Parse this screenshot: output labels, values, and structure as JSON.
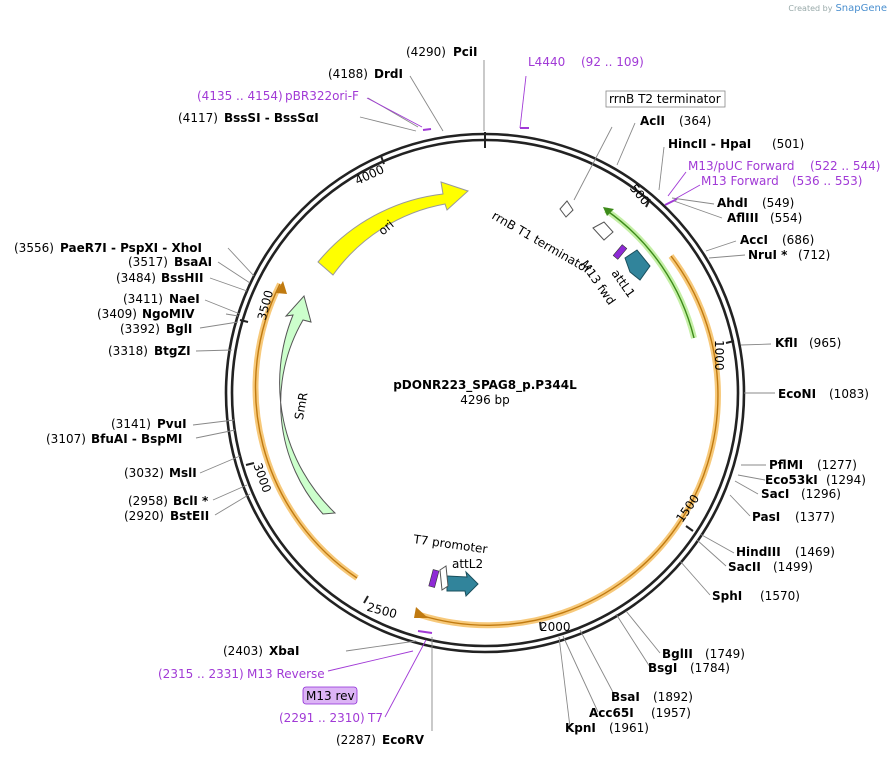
{
  "credit": {
    "prefix": "Created by",
    "brand": "SnapGene"
  },
  "plasmid": {
    "name": "pDONR223_SPAG8_p.P344L",
    "length": 4296,
    "length_label": "4296 bp"
  },
  "ticks": [
    "500",
    "1000",
    "1500",
    "2000",
    "2500",
    "3000",
    "3500",
    "4000"
  ],
  "enzymes": [
    {
      "id": "pcii",
      "name": "PciI",
      "pos": 4290
    },
    {
      "id": "drdi",
      "name": "DrdI",
      "pos": 4188
    },
    {
      "id": "bsssi",
      "name": "BssSI  - BssSαI",
      "pos": 4117
    },
    {
      "id": "paer7i",
      "name": "PaeR7I  - PspXI  - XhoI",
      "pos": 3556
    },
    {
      "id": "bsaai",
      "name": "BsaAI",
      "pos": 3517
    },
    {
      "id": "bsshii",
      "name": "BssHII",
      "pos": 3484
    },
    {
      "id": "naei",
      "name": "NaeI",
      "pos": 3411
    },
    {
      "id": "ngomiv",
      "name": "NgoMIV",
      "pos": 3409
    },
    {
      "id": "bgli",
      "name": "BglI",
      "pos": 3392
    },
    {
      "id": "btgzi",
      "name": "BtgZI",
      "pos": 3318
    },
    {
      "id": "pvui",
      "name": "PvuI",
      "pos": 3141
    },
    {
      "id": "bfuai",
      "name": "BfuAI  - BspMI",
      "pos": 3107
    },
    {
      "id": "msli",
      "name": "MslI",
      "pos": 3032
    },
    {
      "id": "bcli",
      "name": "BclI *",
      "pos": 2958
    },
    {
      "id": "bsteii",
      "name": "BstEII",
      "pos": 2920
    },
    {
      "id": "xbai",
      "name": "XbaI",
      "pos": 2403
    },
    {
      "id": "ecorv",
      "name": "EcoRV",
      "pos": 2287
    },
    {
      "id": "acli",
      "name": "AclI",
      "pos": 364
    },
    {
      "id": "hincii",
      "name": "HincII  - HpaI",
      "pos": 501
    },
    {
      "id": "ahdi",
      "name": "AhdI",
      "pos": 549
    },
    {
      "id": "aflIII",
      "name": "AflIII",
      "pos": 554
    },
    {
      "id": "acci",
      "name": "AccI",
      "pos": 686
    },
    {
      "id": "nrui",
      "name": "NruI *",
      "pos": 712
    },
    {
      "id": "kfli",
      "name": "KflI",
      "pos": 965
    },
    {
      "id": "econi",
      "name": "EcoNI",
      "pos": 1083
    },
    {
      "id": "pflmi",
      "name": "PflMI",
      "pos": 1277
    },
    {
      "id": "eco53ki",
      "name": "Eco53kI",
      "pos": 1294
    },
    {
      "id": "saci",
      "name": "SacI",
      "pos": 1296
    },
    {
      "id": "pasi",
      "name": "PasI",
      "pos": 1377
    },
    {
      "id": "hindiii",
      "name": "HindIII",
      "pos": 1469
    },
    {
      "id": "sacii",
      "name": "SacII",
      "pos": 1499
    },
    {
      "id": "sphi",
      "name": "SphI",
      "pos": 1570
    },
    {
      "id": "bglii",
      "name": "BglII",
      "pos": 1749
    },
    {
      "id": "bsgi",
      "name": "BsgI",
      "pos": 1784
    },
    {
      "id": "bsai",
      "name": "BsaI",
      "pos": 1892
    },
    {
      "id": "acc65i",
      "name": "Acc65I",
      "pos": 1957
    },
    {
      "id": "kpni",
      "name": "KpnI",
      "pos": 1961
    }
  ],
  "primers": [
    {
      "id": "l4440",
      "name": "L4440",
      "range": "(92 .. 109)"
    },
    {
      "id": "pbr322ori",
      "name": "pBR322ori-F",
      "range": "(4135 .. 4154)"
    },
    {
      "id": "m13puc",
      "name": "M13/pUC Forward",
      "range": "(522 .. 544)"
    },
    {
      "id": "m13fwd",
      "name": "M13 Forward",
      "range": "(536 .. 553)"
    },
    {
      "id": "m13rev",
      "name": "M13 Reverse",
      "range": "(2315 .. 2331)"
    },
    {
      "id": "t7",
      "name": "T7",
      "range": "(2291 .. 2310)"
    }
  ],
  "features": {
    "rrnb_t2": "rrnB T2 terminator",
    "rrnb_t1": "rrnB T1 terminator",
    "m13_fwd": "M13 fwd",
    "attl1": "attL1",
    "attl2": "attL2",
    "t7_promoter": "T7 promoter",
    "m13_rev": "M13 rev",
    "ori": "ori",
    "smr": "SmR"
  },
  "colors": {
    "ori": "#ffff00",
    "smr": "#ccffcc",
    "att": "#31849b",
    "primer": "#a13ad6",
    "orange": "#f5b041",
    "green": "#7cd64a"
  }
}
